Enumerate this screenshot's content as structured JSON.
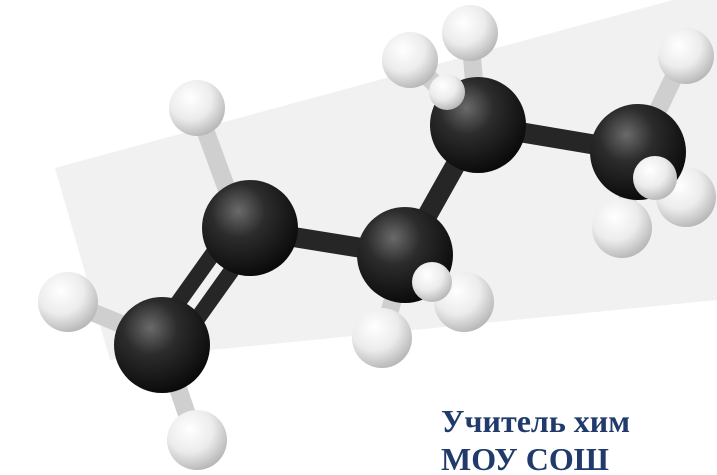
{
  "molecule": {
    "depicts": "ball-and-stick model",
    "colors": {
      "carbon": "#222222",
      "hydrogen": "#f2f2f2",
      "bond": "#2a2a2a",
      "backdrop": "#f1f1f1"
    }
  },
  "caption": {
    "line1": "Учитель хим",
    "line2": "МОУ  СОШ",
    "color": "#1f3a6b"
  }
}
